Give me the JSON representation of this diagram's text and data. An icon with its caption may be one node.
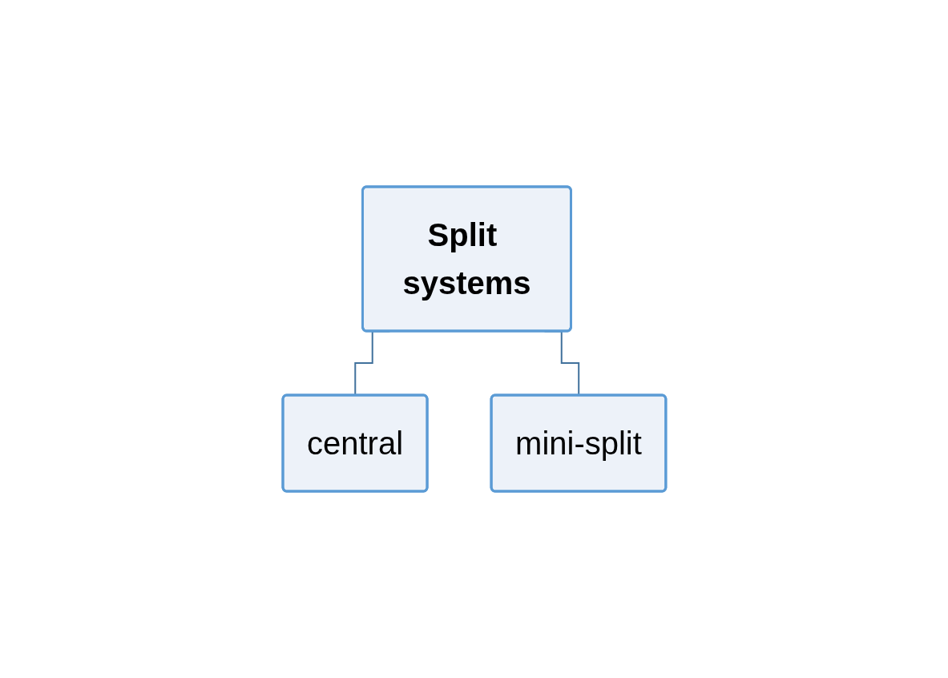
{
  "diagram": {
    "nodes": [
      {
        "text": [
          "Split systems"
        ]
      },
      {
        "text": [
          "central"
        ]
      },
      {
        "text": [
          "mini-split"
        ]
      }
    ],
    "edges": [
      {
        "from": 0,
        "to": 1,
        "arrow": "none"
      },
      {
        "from": 0,
        "to": 2,
        "arrow": "none"
      }
    ]
  }
}
